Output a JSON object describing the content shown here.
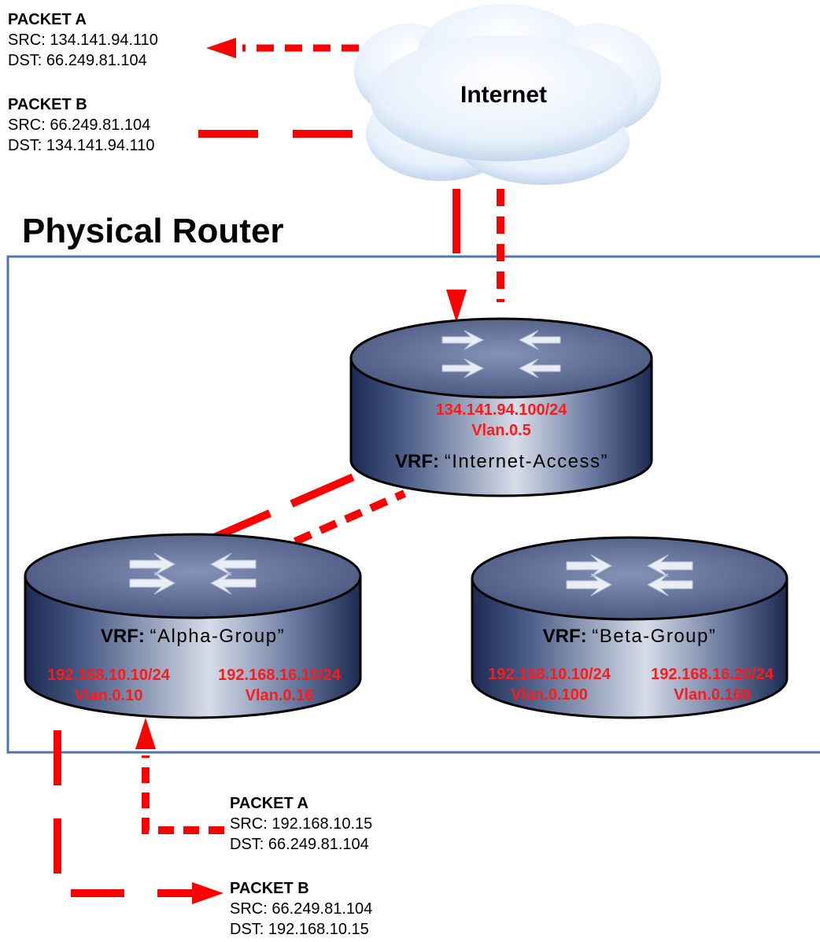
{
  "title": "Physical Router",
  "internet": {
    "label": "Internet"
  },
  "top_packets": [
    {
      "title": "PACKET A",
      "src": "SRC: 134.141.94.110",
      "dst": "DST: 66.249.81.104"
    },
    {
      "title": "PACKET B",
      "src": "SRC: 66.249.81.104",
      "dst": "DST: 134.141.94.110"
    }
  ],
  "bottom_packets": [
    {
      "title": "PACKET A",
      "src": "SRC: 192.168.10.15",
      "dst": "DST: 66.249.81.104"
    },
    {
      "title": "PACKET B",
      "src": "SRC: 66.249.81.104",
      "dst": "DST: 192.168.10.15"
    }
  ],
  "routers": {
    "internet_access": {
      "ip": "134.141.94.100/24",
      "vlan": "Vlan.0.5",
      "vrf_prefix": "VRF:",
      "vrf_name": "“Internet-Access”"
    },
    "alpha": {
      "vrf_prefix": "VRF:",
      "vrf_name": "“Alpha-Group”",
      "left_ip": "192.168.10.10/24",
      "left_vlan": "Vlan.0.10",
      "right_ip": "192.168.16.10/24",
      "right_vlan": "Vlan.0.16"
    },
    "beta": {
      "vrf_prefix": "VRF:",
      "vrf_name": "“Beta-Group”",
      "left_ip": "192.168.10.10/24",
      "left_vlan": "Vlan.0.100",
      "right_ip": "192.168.16.20/24",
      "right_vlan": "Vlan.0.160"
    }
  },
  "colors": {
    "link": "#ff0000",
    "router_box": "#4f77ad",
    "router_label": "#ff1a1a"
  }
}
